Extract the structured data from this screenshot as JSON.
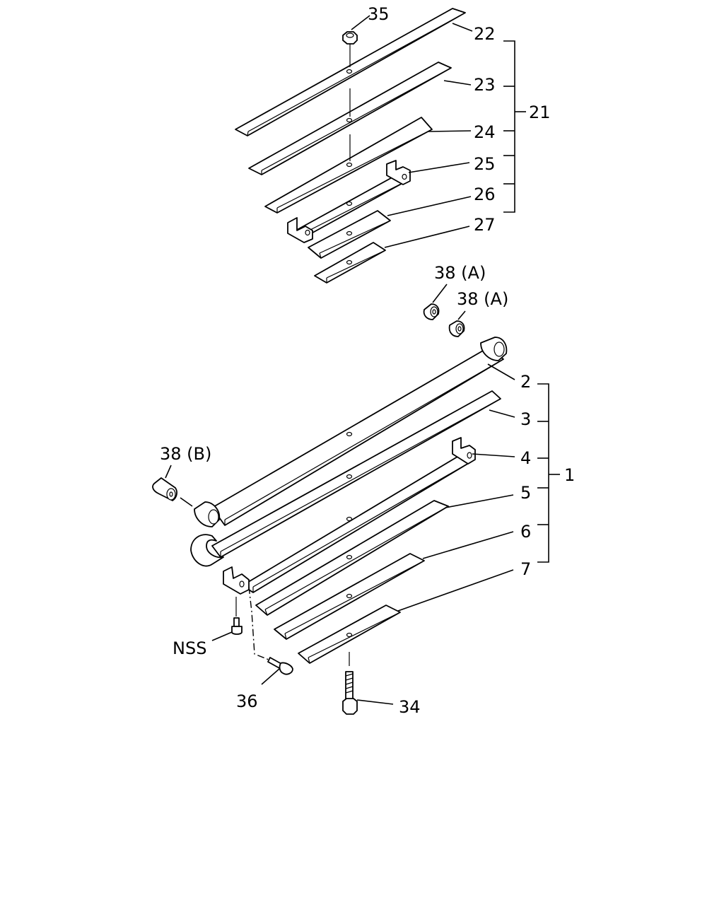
{
  "diagram": {
    "labels": {
      "p35": "35",
      "p22": "22",
      "p23": "23",
      "p21": "21",
      "p24": "24",
      "p25": "25",
      "p26": "26",
      "p27": "27",
      "p38a_1": "38 (A)",
      "p38a_2": "38 (A)",
      "p2": "2",
      "p3": "3",
      "p38b": "38 (B)",
      "p4": "4",
      "p1": "1",
      "p5": "5",
      "p6": "6",
      "p7": "7",
      "nss": "NSS",
      "p36": "36",
      "p34": "34"
    }
  }
}
